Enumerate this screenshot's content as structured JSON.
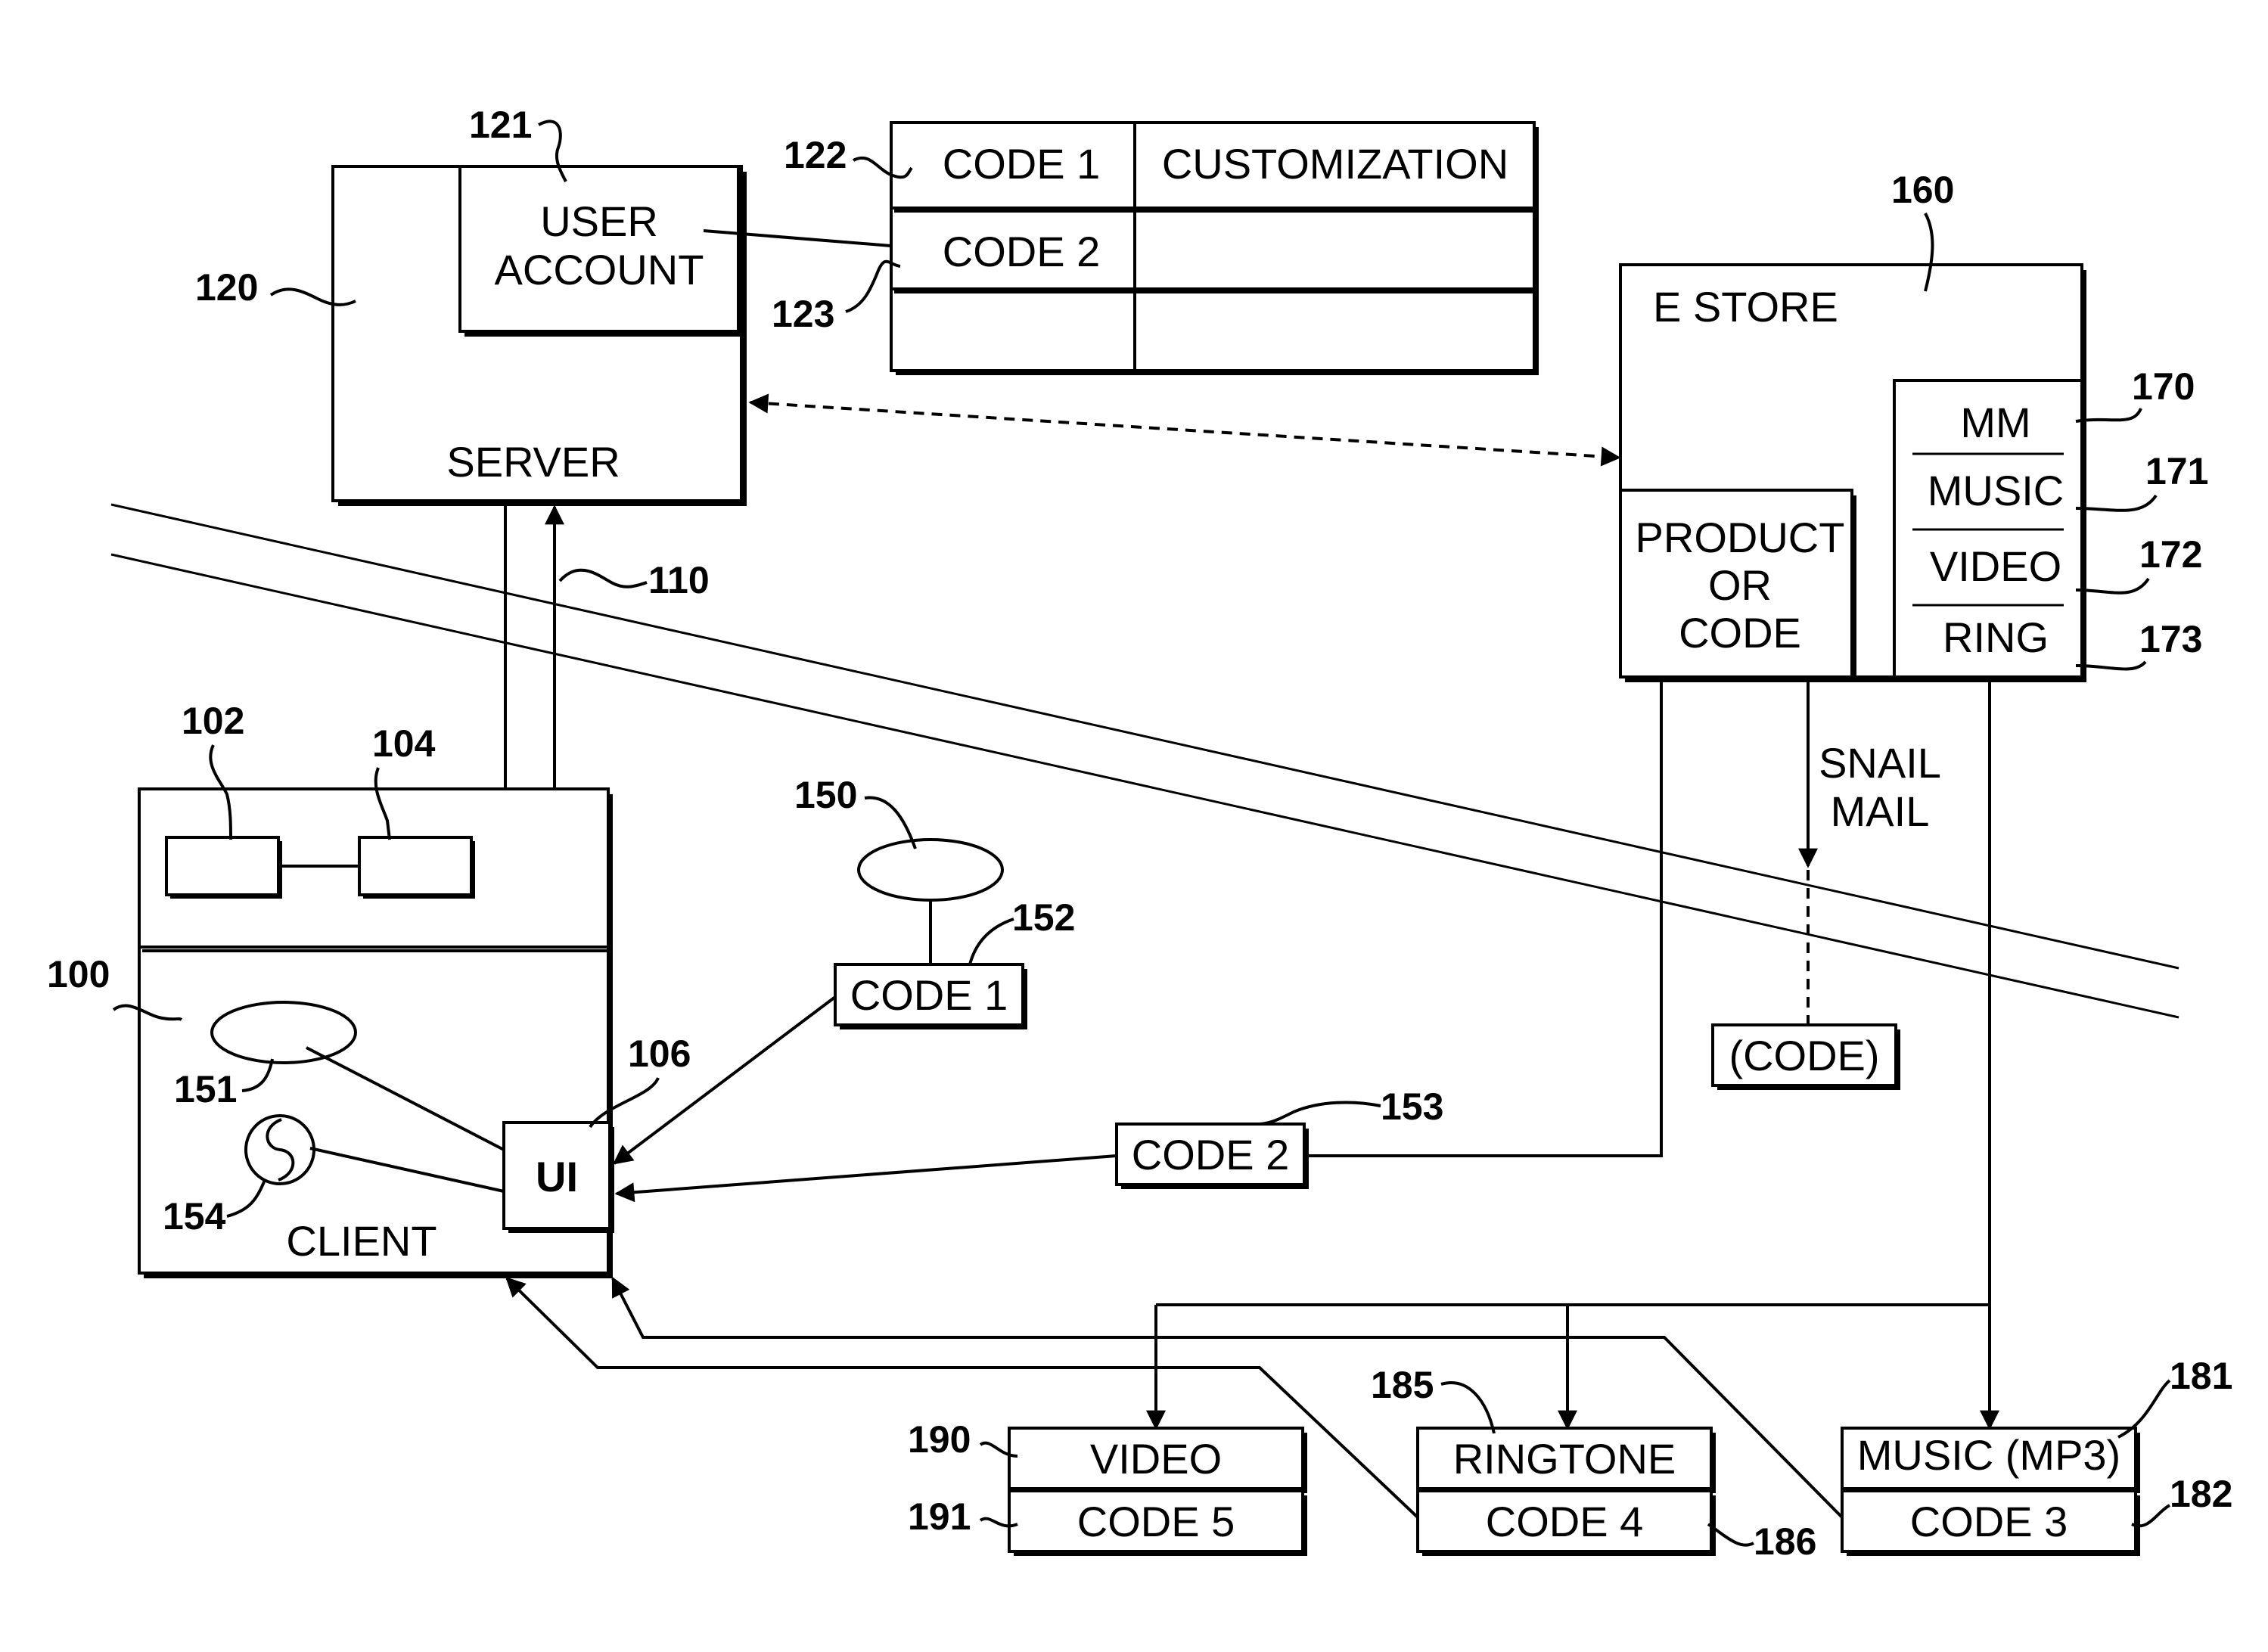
{
  "server": {
    "label": "SERVER",
    "ref": "120"
  },
  "user_account": {
    "line1": "USER",
    "line2": "ACCOUNT",
    "ref": "121"
  },
  "code_table": {
    "row1_code": "CODE 1",
    "row1_value": "CUSTOMIZATION",
    "row2_code": "CODE 2",
    "ref_row1": "122",
    "ref_row2": "123"
  },
  "estore": {
    "label": "E STORE",
    "ref": "160",
    "product_line1": "PRODUCT",
    "product_line2": "OR",
    "product_line3": "CODE",
    "categories": [
      {
        "label": "MM",
        "ref": "170"
      },
      {
        "label": "MUSIC",
        "ref": "171"
      },
      {
        "label": "VIDEO",
        "ref": "172"
      },
      {
        "label": "RING",
        "ref": "173"
      }
    ]
  },
  "network_ref": "110",
  "client": {
    "label": "CLIENT",
    "ref": "100",
    "ui_label": "UI",
    "ui_ref": "106",
    "disc_ref": "151",
    "disc2_ref": "154",
    "block_a_ref": "102",
    "block_b_ref": "104"
  },
  "media_150": {
    "ref": "150",
    "code_label": "CODE 1",
    "code_ref": "152"
  },
  "code2_tag": {
    "label": "CODE 2",
    "ref": "153"
  },
  "snail_mail": {
    "line1": "SNAIL",
    "line2": "MAIL",
    "code_label": "(CODE)"
  },
  "deliveries": [
    {
      "item_label": "VIDEO",
      "code_label": "CODE 5",
      "item_ref": "190",
      "code_ref": "191"
    },
    {
      "item_label": "RINGTONE",
      "code_label": "CODE 4",
      "item_ref": "185",
      "code_ref": "186"
    },
    {
      "item_label": "MUSIC (MP3)",
      "code_label": "CODE 3",
      "item_ref": "181",
      "code_ref": "182"
    }
  ]
}
